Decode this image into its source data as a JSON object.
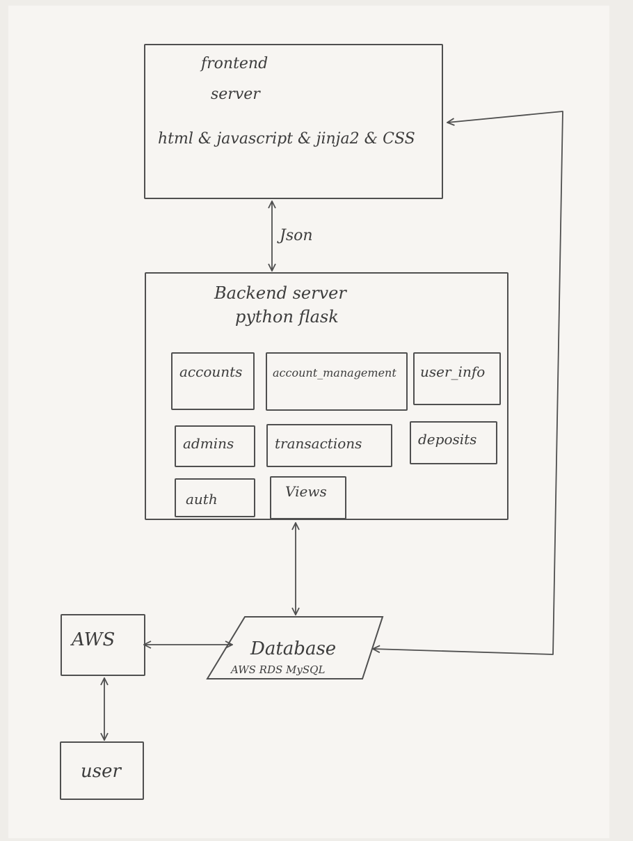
{
  "frontend": {
    "title": "frontend",
    "subtitle": "server",
    "tech": "html & javascript & jinja2 & CSS"
  },
  "link_label": "Json",
  "backend": {
    "title": "Backend server",
    "subtitle": "python flask",
    "modules": [
      "accounts",
      "account_management",
      "user_info",
      "admins",
      "transactions",
      "deposits",
      "auth",
      "Views"
    ]
  },
  "database": {
    "title": "Database",
    "subtitle": "AWS RDS MySQL"
  },
  "aws": {
    "label": "AWS"
  },
  "user": {
    "label": "user"
  }
}
